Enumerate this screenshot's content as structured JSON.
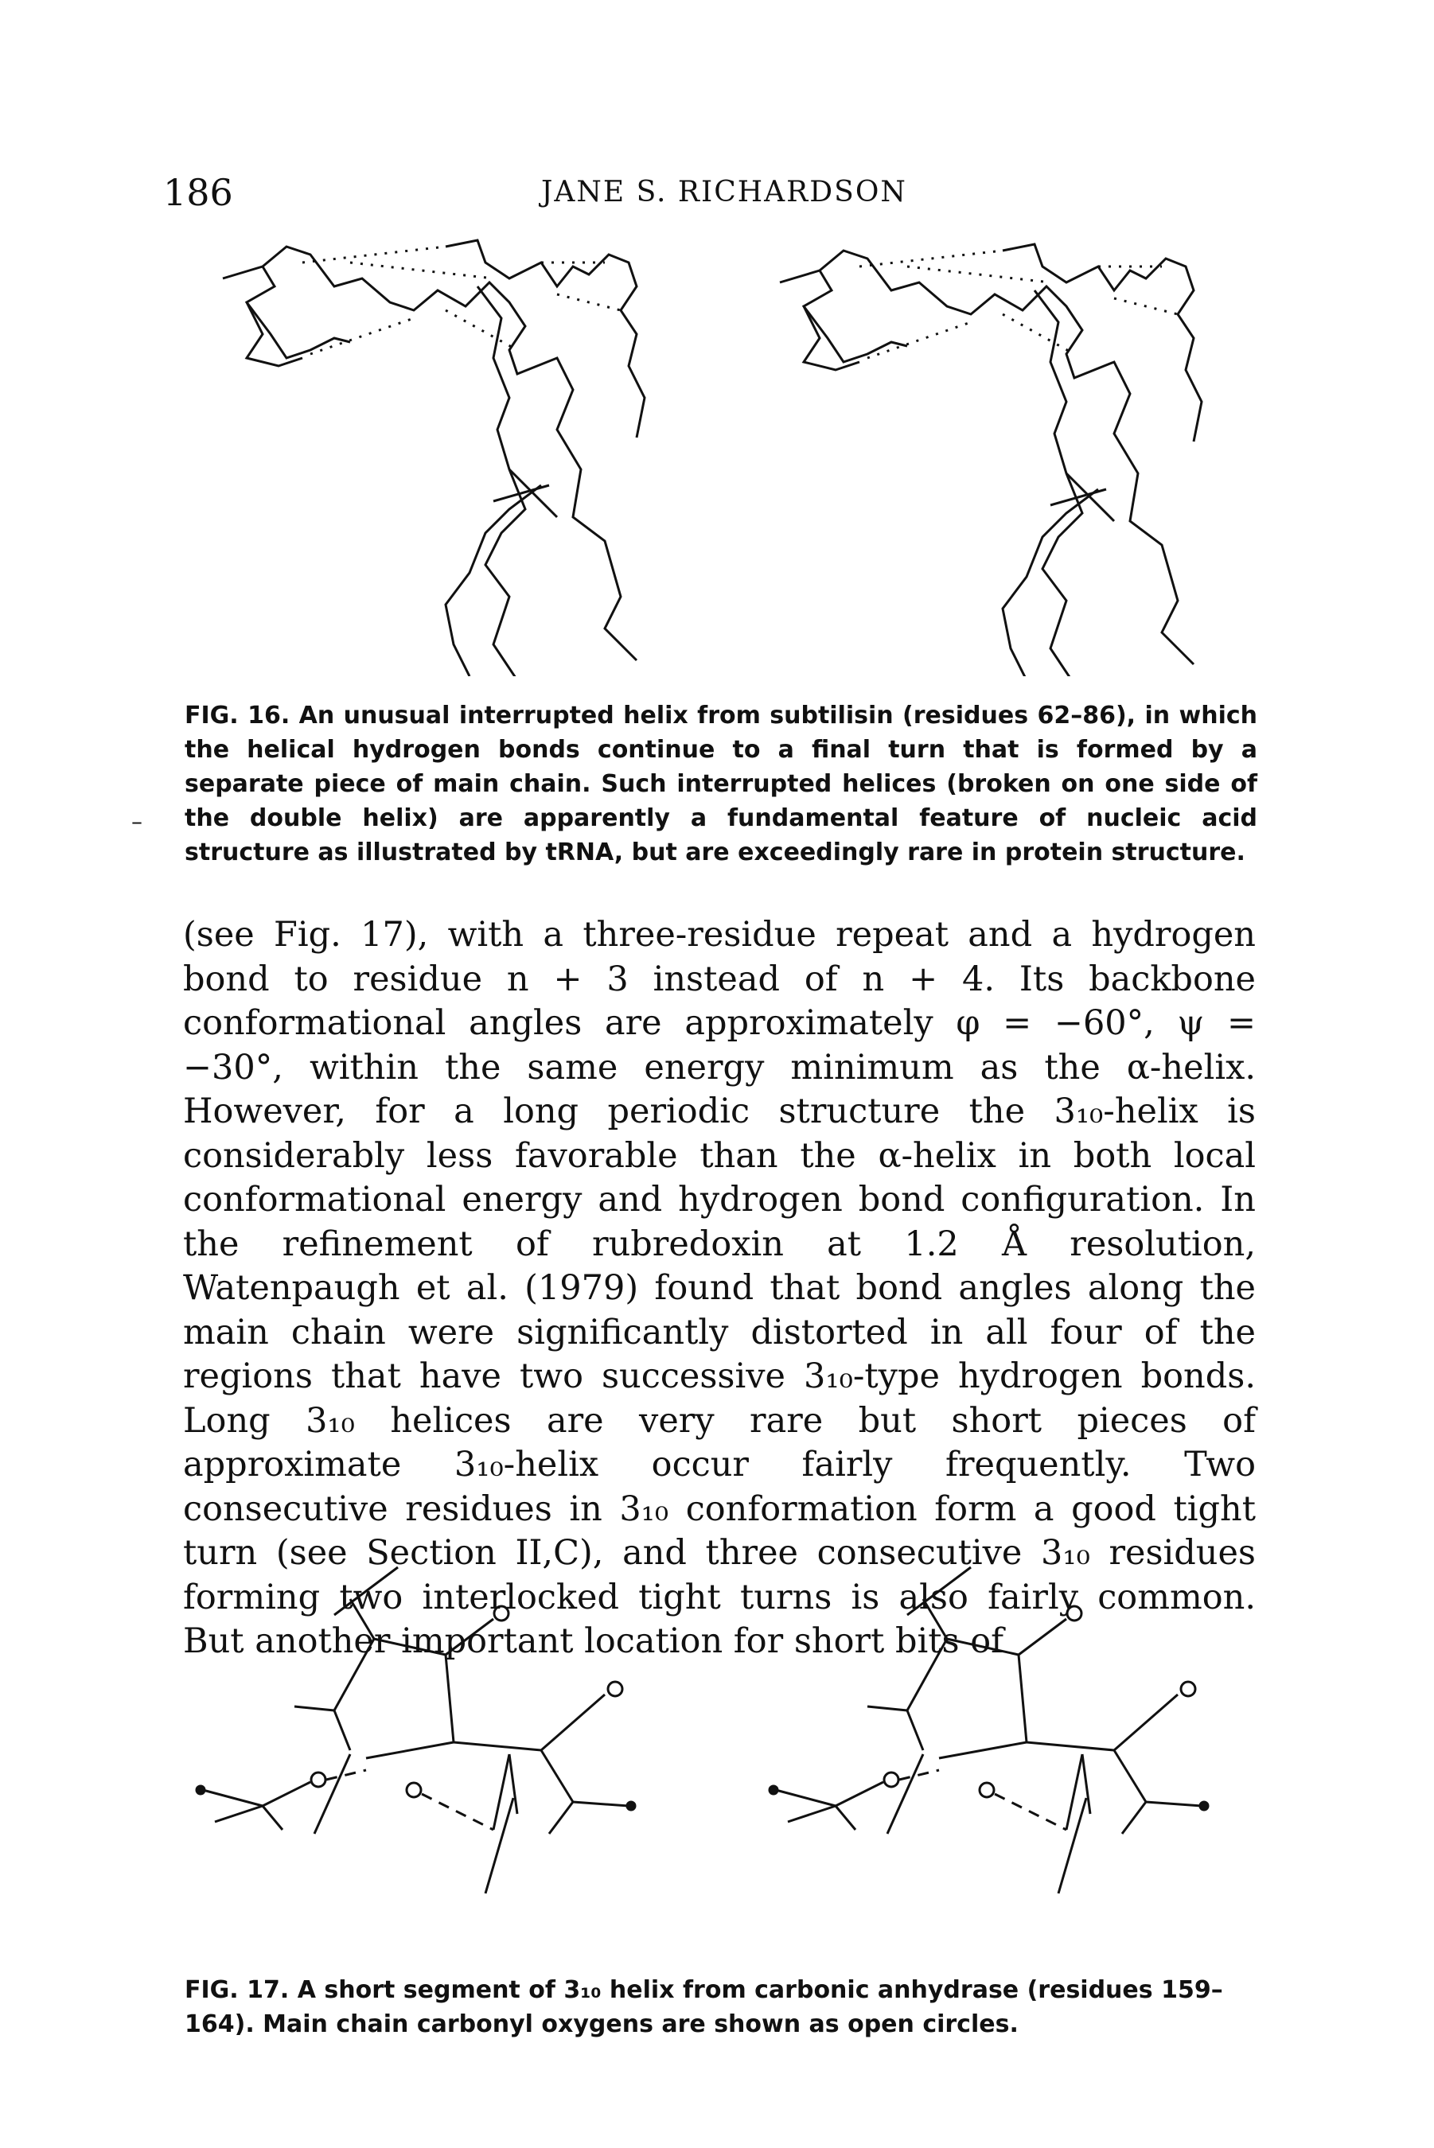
{
  "header": {
    "page_number": "186",
    "running_head": "JANE S. RICHARDSON"
  },
  "fig16": {
    "label": "FIG. 16.",
    "caption": "An unusual interrupted helix from subtilisin (residues 62–86), in which the helical hydrogen bonds continue to a final turn that is formed by a separate piece of main chain. Such interrupted helices (broken on one side of the double helix) are apparently a fundamental feature of nucleic acid structure as illustrated by tRNA, but are exceedingly rare in protein structure."
  },
  "body": {
    "paragraph": "(see Fig. 17), with a three-residue repeat and a hydrogen bond to residue n + 3 instead of n + 4. Its backbone conformational angles are approximately φ = −60°, ψ = −30°, within the same energy minimum as the α-helix. However, for a long periodic structure the 3₁₀-helix is considerably less favorable than the α-helix in both local conformational energy and hydrogen bond configuration. In the refinement of rubredoxin at 1.2 Å resolution, Watenpaugh et al. (1979) found that bond angles along the main chain were significantly distorted in all four of the regions that have two successive 3₁₀-type hydrogen bonds. Long 3₁₀ helices are very rare but short pieces of approximate 3₁₀-helix occur fairly frequently. Two consecutive residues in 3₁₀ conformation form a good tight turn (see Section II,C), and three consecutive 3₁₀ residues forming two interlocked tight turns is also fairly common. But another important location for short bits of"
  },
  "fig17": {
    "label": "FIG. 17.",
    "caption": "A short segment of 3₁₀ helix from carbonic anhydrase (residues 159–164). Main chain carbonyl oxygens are shown as open circles."
  }
}
